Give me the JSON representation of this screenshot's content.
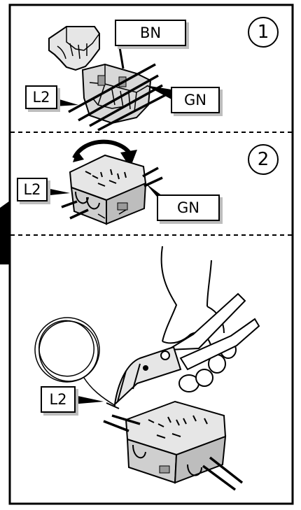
{
  "panels": [
    {
      "step": "1",
      "labels": {
        "top": "BN",
        "left": "L2",
        "right": "GN"
      }
    },
    {
      "step": "2",
      "labels": {
        "left": "L2",
        "right": "GN"
      }
    },
    {
      "labels": {
        "left": "L2"
      }
    }
  ],
  "colors": {
    "frame": "#000000",
    "label_shadow": "#bdbdbd",
    "connector_fill": "#e6e6e6",
    "connector_dark": "#9a9a9a"
  },
  "icons": [
    "connector-open-icon",
    "connector-closed-icon",
    "close-arrow-icon",
    "hand-cutter-icon",
    "wire-coil-icon"
  ]
}
